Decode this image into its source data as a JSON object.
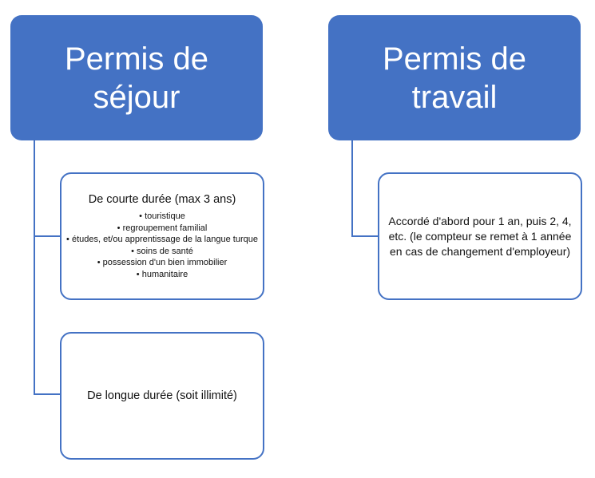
{
  "colors": {
    "accent": "#4472C4",
    "box_fill": "#ffffff",
    "header_text": "#ffffff",
    "body_text": "#111111"
  },
  "diagram": {
    "left": {
      "header": "Permis de séjour",
      "children": [
        {
          "title": "De courte durée (max 3 ans)",
          "bullets": [
            "touristique",
            "regroupement familial",
            "études, et/ou apprentissage de la langue turque",
            "soins de santé",
            "possession d'un bien immobilier",
            "humanitaire"
          ]
        },
        {
          "title": "De longue durée (soit illimité)"
        }
      ]
    },
    "right": {
      "header": "Permis de travail",
      "children": [
        {
          "text": "Accordé d'abord pour 1 an, puis 2, 4, etc. (le compteur se remet à 1 année en cas de changement d'employeur)"
        }
      ]
    }
  }
}
